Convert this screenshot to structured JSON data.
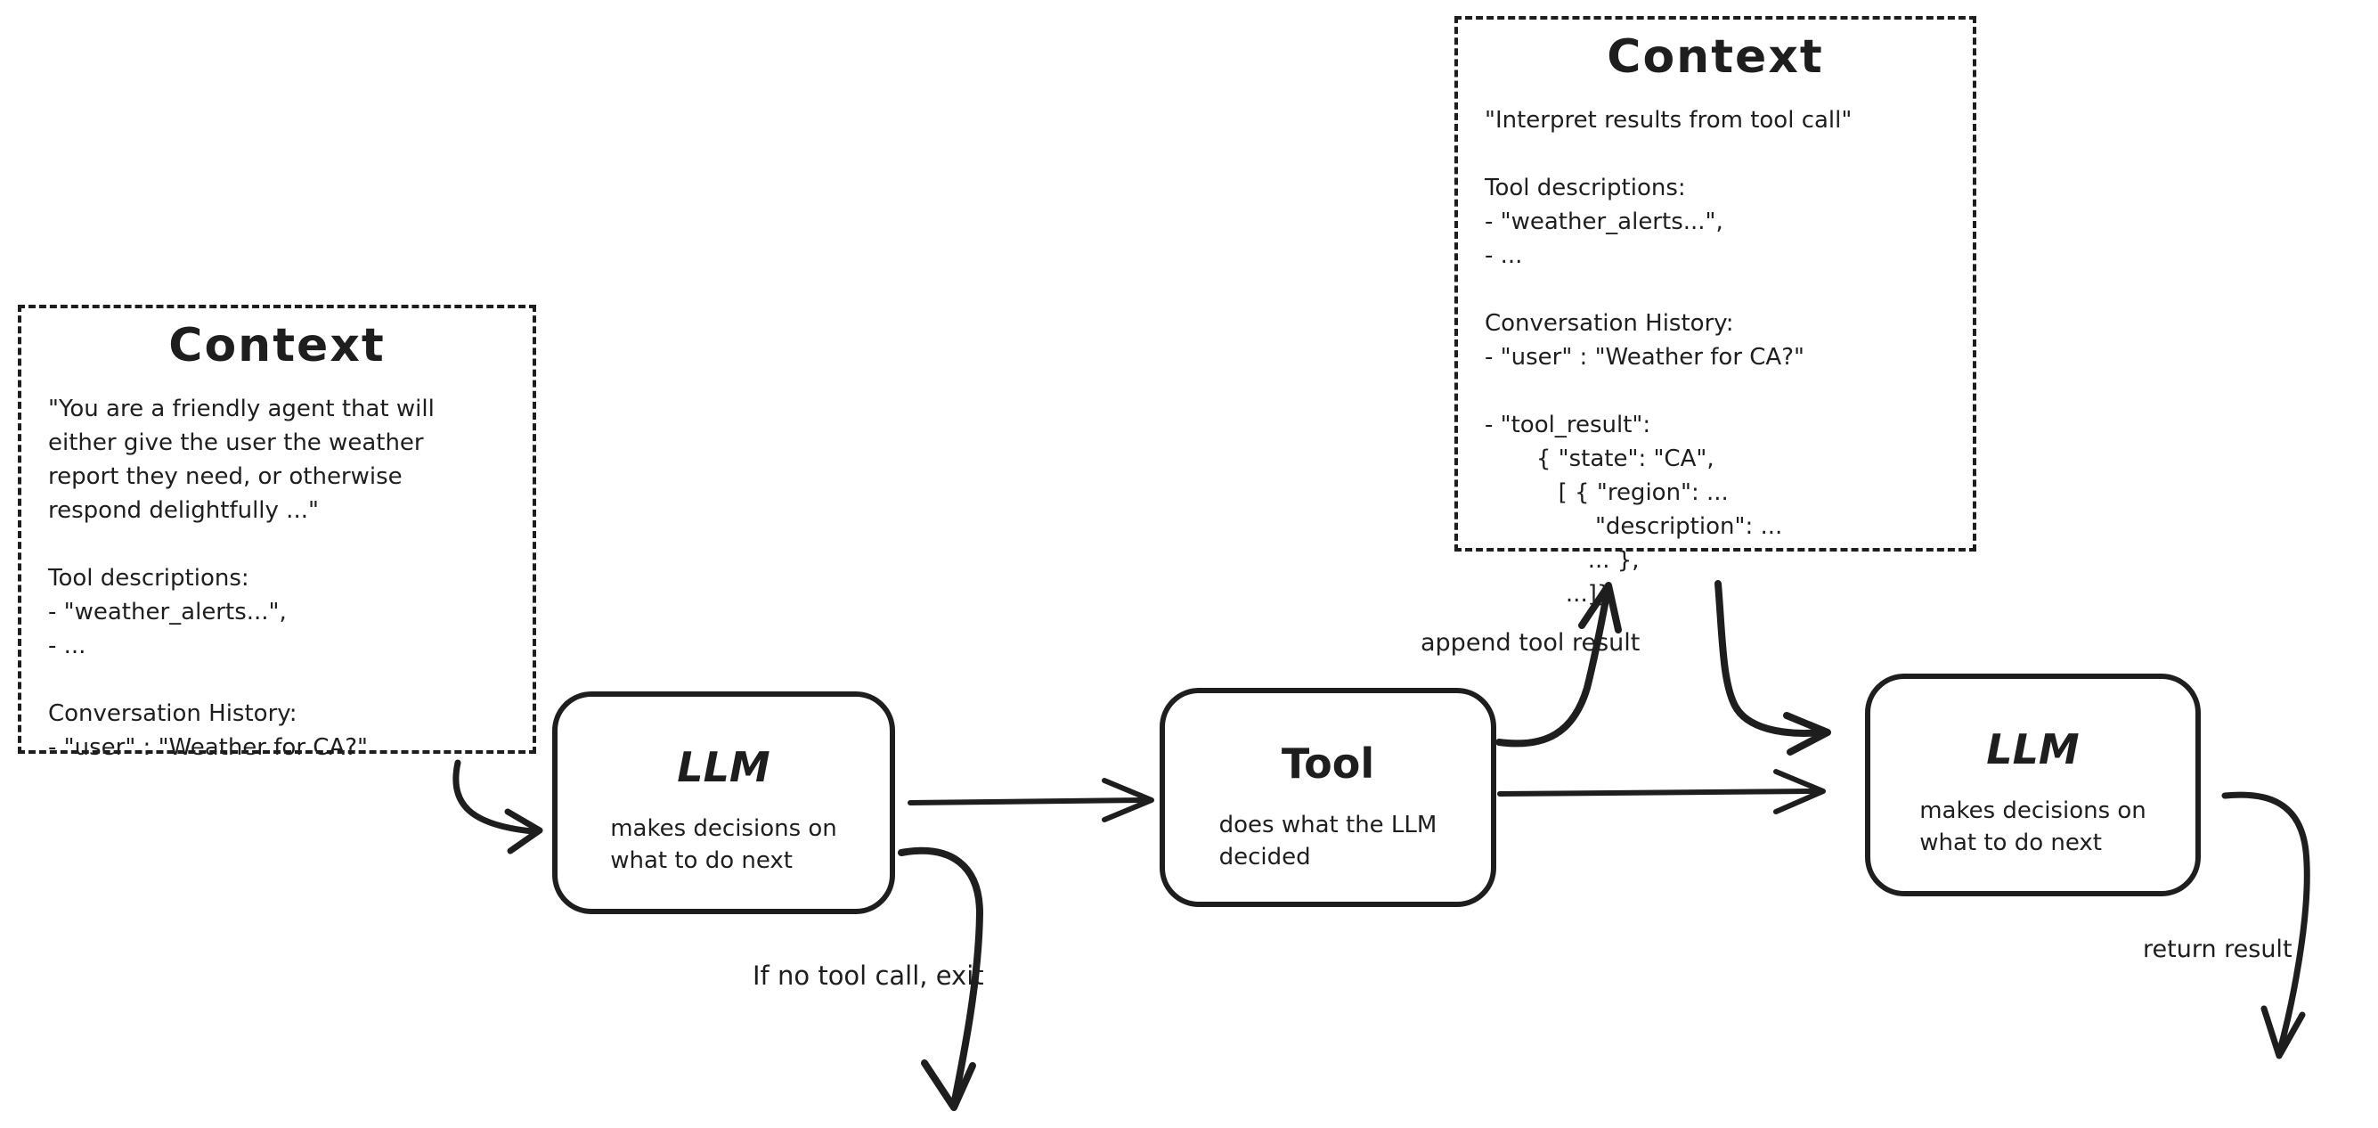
{
  "colors": {
    "ink": "#1e1e1e",
    "background": "#ffffff"
  },
  "boxes": {
    "context_left": {
      "title": "Context",
      "body": "\"You are a friendly agent that will\neither give the user the weather\nreport they need, or otherwise\nrespond delightfully ...\"\n\nTool descriptions:\n- \"weather_alerts...\",\n- ...\n\nConversation History:\n- \"user\" : \"Weather for CA?\""
    },
    "context_right": {
      "title": "Context",
      "body": "\"Interpret results from tool call\"\n\nTool descriptions:\n- \"weather_alerts...\",\n- ...\n\nConversation History:\n- \"user\" : \"Weather for CA?\"\n\n- \"tool_result\":\n       { \"state\": \"CA\",\n          [ { \"region\": ...\n               \"description\": ...\n              ... },\n           ...]}"
    },
    "llm1": {
      "title": "LLM",
      "subtitle": "makes decisions on\nwhat to do next"
    },
    "tool": {
      "title": "Tool",
      "subtitle": "does what the LLM\ndecided"
    },
    "llm2": {
      "title": "LLM",
      "subtitle": "makes decisions on\nwhat to do next"
    }
  },
  "labels": {
    "append_tool_result": "append tool result",
    "if_no_tool_call_exit": "If no tool call, exit",
    "return_result": "return result"
  }
}
